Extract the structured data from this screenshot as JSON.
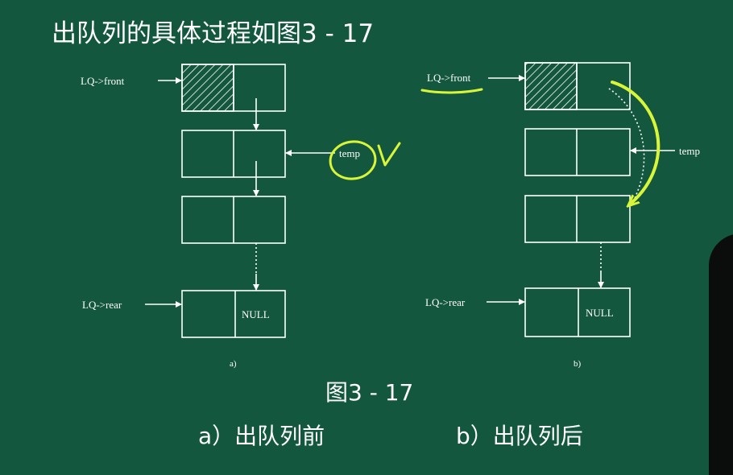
{
  "slide": {
    "title": "出队列的具体过程如图3 - 17",
    "figure_number": "图3 - 17",
    "caption_a": "a）出队列前",
    "caption_b": "b）出队列后"
  },
  "diagram_a": {
    "sublabel": "a)",
    "front_label": "LQ->front",
    "rear_label": "LQ->rear",
    "temp_label": "temp",
    "null_label": "NULL"
  },
  "diagram_b": {
    "sublabel": "b)",
    "front_label": "LQ->front",
    "rear_label": "LQ->rear",
    "temp_label": "temp",
    "null_label": "NULL"
  },
  "colors": {
    "background": "#13573e",
    "ink": "#ffffff",
    "annotation": "#d8f53a"
  }
}
